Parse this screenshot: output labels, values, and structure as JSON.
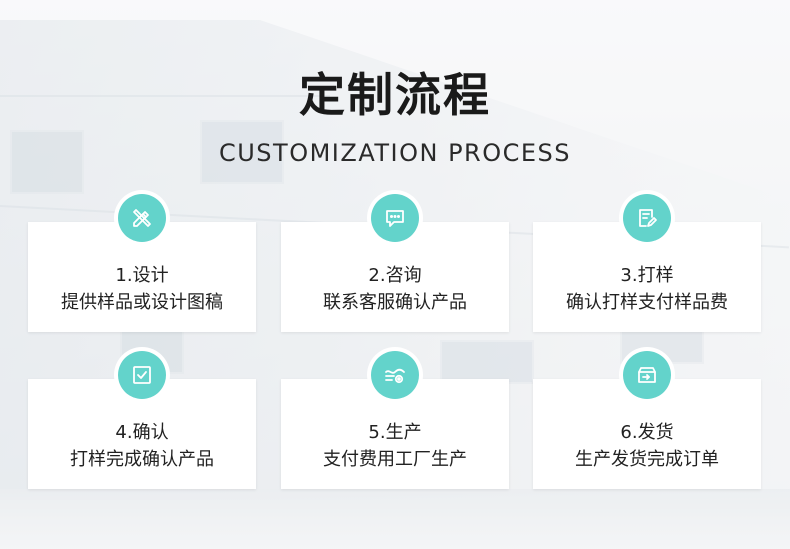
{
  "title": "定制流程",
  "subtitle": "CUSTOMIZATION PROCESS",
  "accent_color": "#63d3cb",
  "steps": [
    {
      "icon": "pencil-ruler-icon",
      "step": "1.设计",
      "desc": "提供样品或设计图稿"
    },
    {
      "icon": "chat-bubble-icon",
      "step": "2.咨询",
      "desc": "联系客服确认产品"
    },
    {
      "icon": "document-edit-icon",
      "step": "3.打样",
      "desc": "确认打样支付样品费"
    },
    {
      "icon": "checkbox-icon",
      "step": "4.确认",
      "desc": "打样完成确认产品"
    },
    {
      "icon": "production-gear-icon",
      "step": "5.生产",
      "desc": "支付费用工厂生产"
    },
    {
      "icon": "delivery-box-icon",
      "step": "6.发货",
      "desc": "生产发货完成订单"
    }
  ]
}
